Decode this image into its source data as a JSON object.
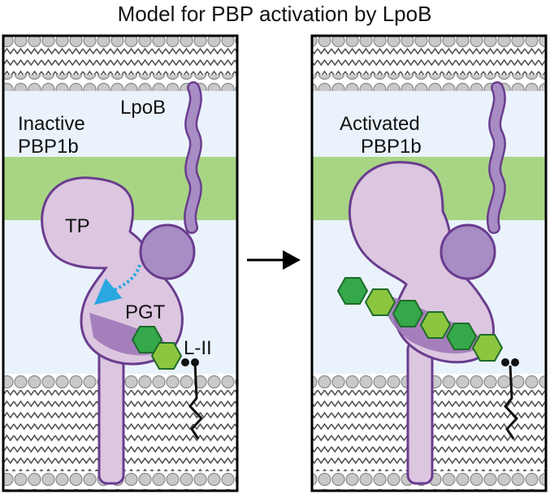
{
  "figure": {
    "title": "Model for PBP activation by LpoB",
    "left_panel": {
      "state_line1": "Inactive",
      "state_line2": "PBP1b",
      "lpob_label": "LpoB",
      "tp_label": "TP",
      "pgt_label": "PGT",
      "lipid_label": "L-II"
    },
    "right_panel": {
      "state_line1": "Activated",
      "state_line2": "PBP1b"
    }
  },
  "colors": {
    "membrane_band": "#eaf3fc",
    "outer_membrane_green": "#a8d584",
    "protein_fill": "#dcc6e0",
    "protein_stroke": "#6a3d8e",
    "lpob_fill": "#a88cc4",
    "pgt_site": "#9b72b4",
    "glycan_dark": "#34a84a",
    "glycan_light": "#8cc63f",
    "glycan_stroke": "#1e6b2a",
    "arrow_blue": "#2aa7e0",
    "lipid_head": "#c9c9c9",
    "lipid_tail": "#555555"
  },
  "icons": {
    "transition_arrow": "right-arrow-icon",
    "conformational_arrow": "curved-dashed-arrow-icon"
  }
}
